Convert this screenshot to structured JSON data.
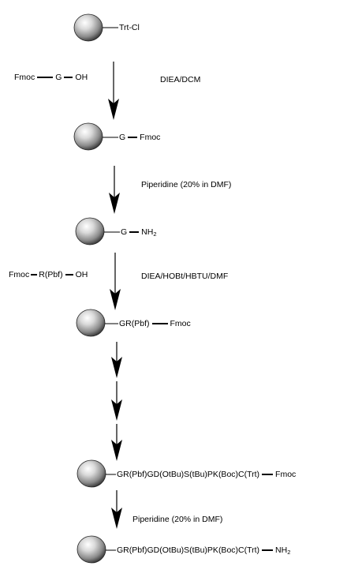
{
  "start": {
    "label": "Trt-Cl"
  },
  "step1": {
    "reagent": [
      "Fmoc",
      "G",
      "OH"
    ],
    "conditions": "DIEA/DCM",
    "product": [
      "G",
      "Fmoc"
    ]
  },
  "step2": {
    "conditions": "Piperidine (20% in DMF)",
    "product_group": "G",
    "product_amine": "NH",
    "product_amine_sub": "2"
  },
  "step3": {
    "reagent_prefix": "Fmoc",
    "reagent_residue": "R(Pbf)",
    "reagent_suffix": "OH",
    "conditions": "DIEA/HOBt/HBTU/DMF",
    "product_chain": "GR(Pbf)",
    "product_end": "Fmoc"
  },
  "step4": {
    "product_chain": "GR(Pbf)GD(OtBu)S(tBu)PK(Boc)C(Trt)",
    "product_end": "Fmoc"
  },
  "step5": {
    "conditions": "Piperidine (20% in DMF)",
    "product_chain": "GR(Pbf)GD(OtBu)S(tBu)PK(Boc)C(Trt)",
    "product_amine": "NH",
    "product_amine_sub": "2"
  },
  "colors": {
    "bead_highlight": "#ffffff",
    "bead_mid": "#bdbdbd",
    "bead_shadow": "#3a3a3a",
    "line": "#000000"
  }
}
